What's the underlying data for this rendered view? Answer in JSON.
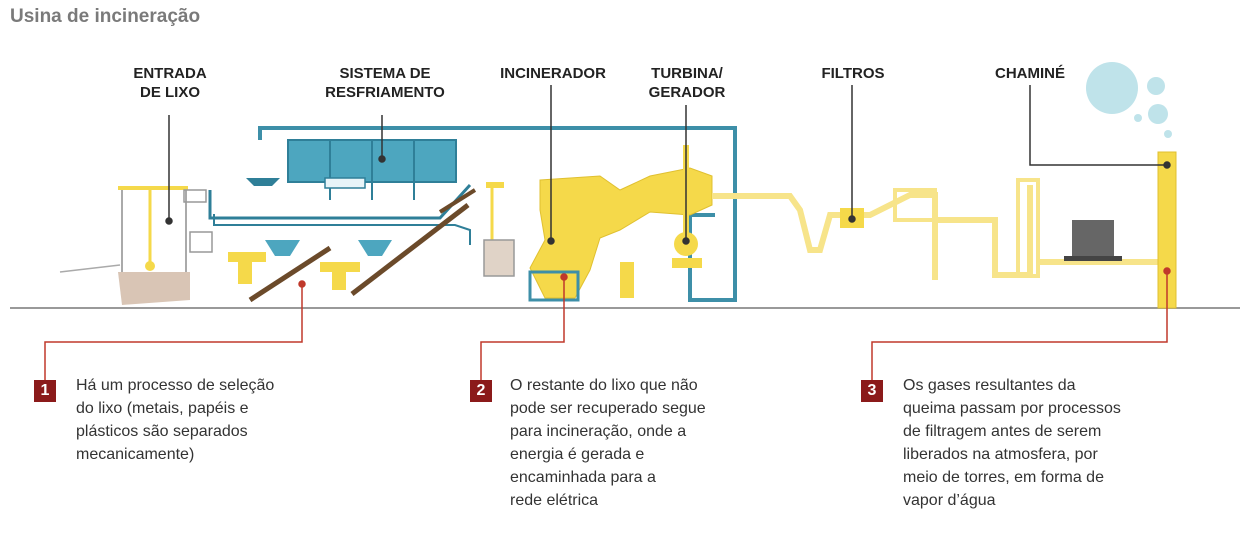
{
  "title": "Usina de incineração",
  "labels": {
    "entrada": "ENTRADA\nDE LIXO",
    "sistema": "SISTEMA DE\nRESFRIAMENTO",
    "incinerador": "INCINERADOR",
    "turbina": "TURBINA/\nGERADOR",
    "filtros": "FILTROS",
    "chamine": "CHAMINÉ"
  },
  "steps": [
    {
      "number": "1",
      "text": "Há um processo de seleção\ndo lixo (metais, papéis e\nplásticos são separados\nmecanicamente)"
    },
    {
      "number": "2",
      "text": "O restante do lixo que não\npode ser recuperado segue\npara incineração, onde a\nenergia é gerada e\nencaminhada para a\nrede elétrica"
    },
    {
      "number": "3",
      "text": "Os gases resultantes da\nqueima passam por processos\nde filtragem antes de serem\nliberados na atmosfera, por\nmeio de torres, em forma de\nvapor d’água"
    }
  ],
  "colors": {
    "machine_yellow": "#f5d94a",
    "pipe_yellow": "#f7e48a",
    "cooling_blue": "#3d8fa8",
    "pointer_red": "#c0392b",
    "badge": "#8b1a1a",
    "steam": "#bfe3ea"
  }
}
